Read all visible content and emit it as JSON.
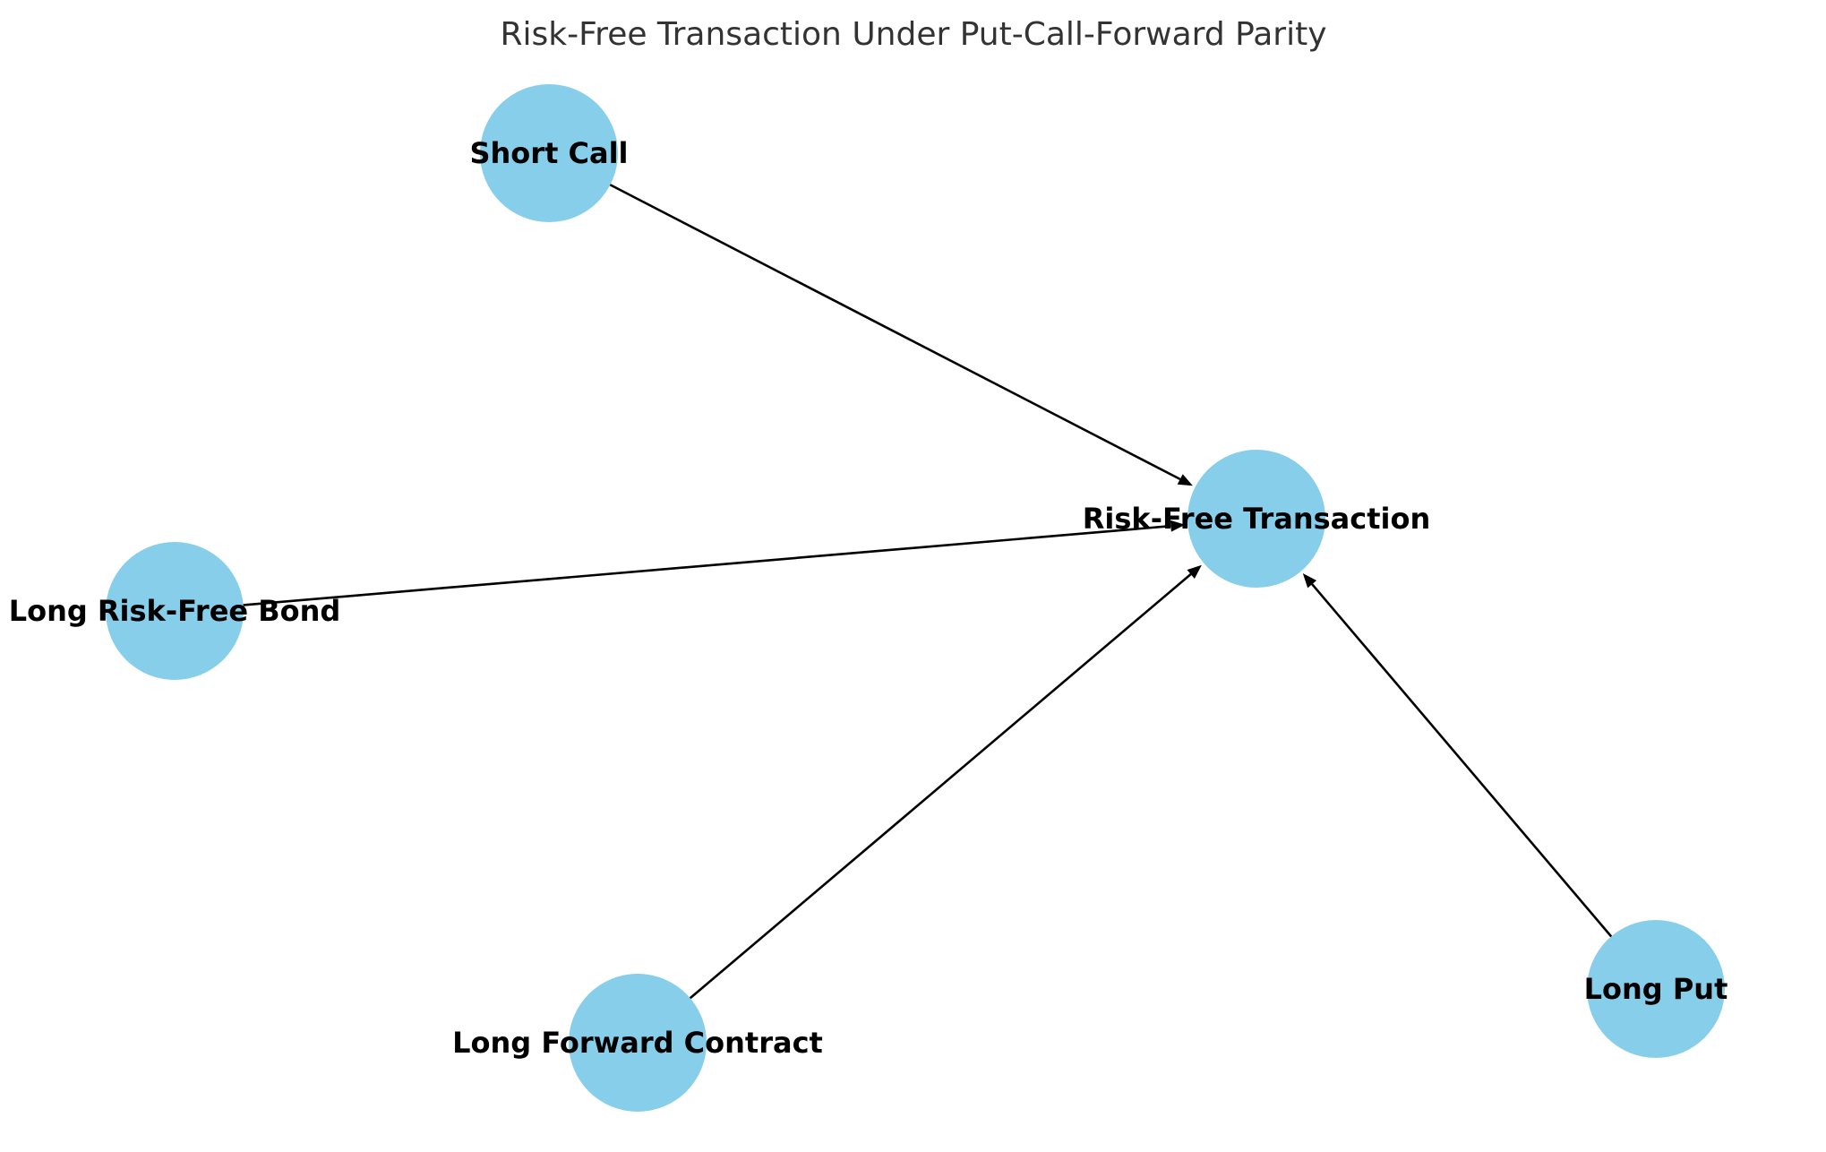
{
  "title": "Risk-Free Transaction Under Put-Call-Forward Parity",
  "colors": {
    "node_fill": "#87CEEB",
    "edge": "#000000",
    "title": "#333333",
    "label": "#000000"
  },
  "nodes": [
    {
      "id": "short_call",
      "label": "Short Call"
    },
    {
      "id": "long_bond",
      "label": "Long Risk-Free Bond"
    },
    {
      "id": "risk_free",
      "label": "Risk-Free Transaction"
    },
    {
      "id": "long_forward",
      "label": "Long Forward Contract"
    },
    {
      "id": "long_put",
      "label": "Long Put"
    }
  ],
  "edges": [
    {
      "from": "short_call",
      "to": "risk_free"
    },
    {
      "from": "long_bond",
      "to": "risk_free"
    },
    {
      "from": "long_forward",
      "to": "risk_free"
    },
    {
      "from": "long_put",
      "to": "risk_free"
    }
  ]
}
